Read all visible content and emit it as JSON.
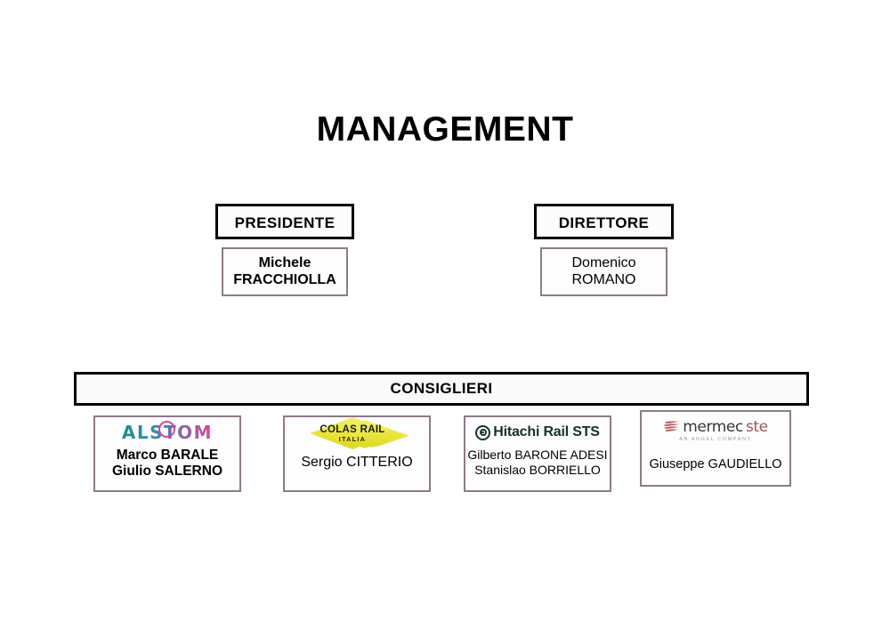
{
  "page": {
    "title": "MANAGEMENT",
    "background_color": "#ffffff",
    "border_color_soft": "#8d7b8a",
    "border_color_strong": "#000000"
  },
  "roles": [
    {
      "header": "PRESIDENTE",
      "person_first": "Michele",
      "person_last": "FRACCHIOLLA"
    },
    {
      "header": "DIRETTORE",
      "person_first": "Domenico",
      "person_last": "ROMANO"
    }
  ],
  "board": {
    "banner": "CONSIGLIERI",
    "members": [
      {
        "company": "ALSTOM",
        "logo_text": "ALSTOM",
        "logo_colors": [
          "#1d8f8a",
          "#d1489a"
        ],
        "names": [
          "Marco BARALE",
          "Giulio SALERNO"
        ]
      },
      {
        "company": "COLAS RAIL ITALIA",
        "logo_text": "COLAS RAIL",
        "logo_subtext": "ITALIA",
        "logo_colors": [
          "#e9e43a"
        ],
        "names": [
          "Sergio CITTERIO"
        ]
      },
      {
        "company": "Hitachi Rail STS",
        "logo_text": "Hitachi Rail STS",
        "logo_colors": [
          "#16302a"
        ],
        "names": [
          "Gilberto BARONE ADESI",
          "Stanislao BORRIELLO"
        ]
      },
      {
        "company": "MERMEC STE",
        "logo_text": "mermec",
        "logo_text2": "ste",
        "logo_subtext": "AN ANGEL COMPANY",
        "logo_colors": [
          "#3a3437",
          "#9a5560"
        ],
        "names": [
          "Giuseppe GAUDIELLO"
        ]
      }
    ]
  }
}
